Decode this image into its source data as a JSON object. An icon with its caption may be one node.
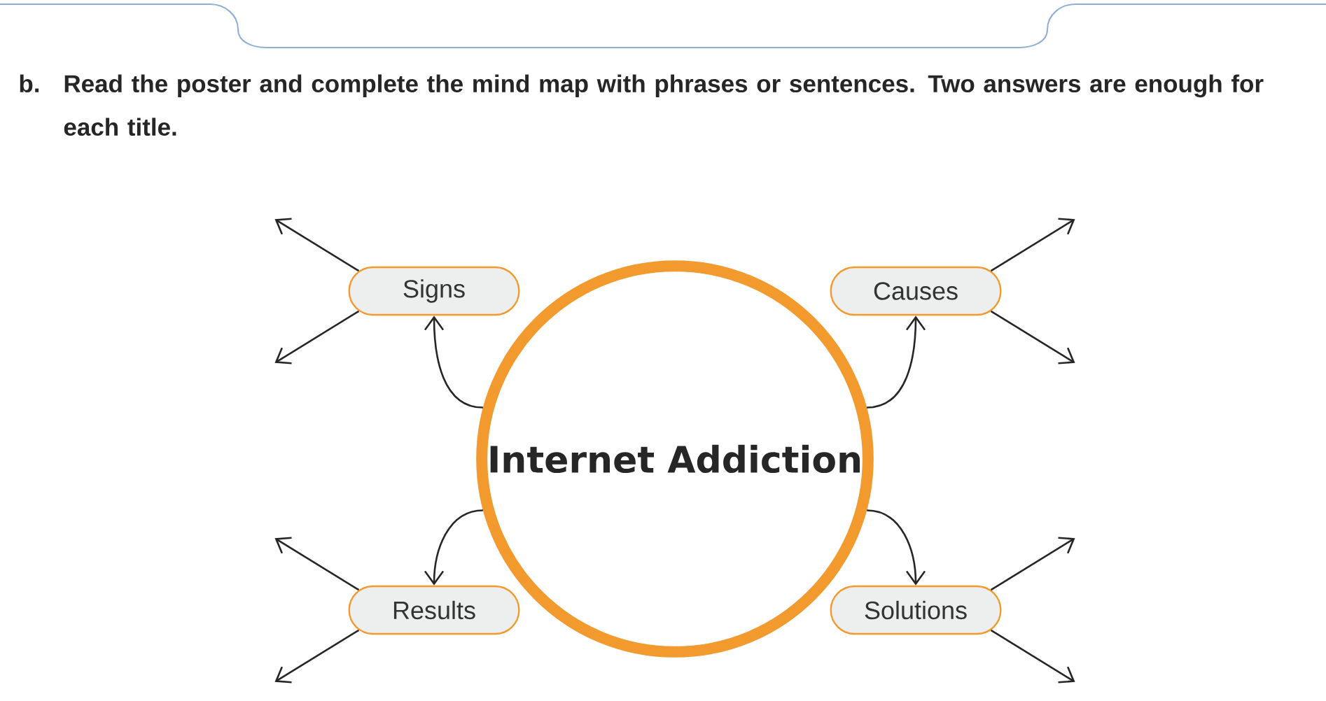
{
  "diagram": {
    "nodes": [
      {
        "text": [
          "Internet Addiction"
        ]
      },
      {
        "text": [
          "Signs"
        ]
      },
      {
        "text": [
          "Causes"
        ]
      },
      {
        "text": [
          "Results"
        ]
      },
      {
        "text": [
          "Solutions"
        ]
      }
    ],
    "edges": [
      {
        "from": 0,
        "to": 1,
        "arrow": "to"
      },
      {
        "from": 0,
        "to": 2,
        "arrow": "to"
      },
      {
        "from": 0,
        "to": 3,
        "arrow": "to"
      },
      {
        "from": 0,
        "to": 4,
        "arrow": "to"
      },
      {
        "from": 1,
        "to": null,
        "arrow": "to"
      },
      {
        "from": 1,
        "to": null,
        "arrow": "to"
      },
      {
        "from": 2,
        "to": null,
        "arrow": "to"
      },
      {
        "from": 2,
        "to": null,
        "arrow": "to"
      },
      {
        "from": 3,
        "to": null,
        "arrow": "to"
      },
      {
        "from": 3,
        "to": null,
        "arrow": "to"
      },
      {
        "from": 4,
        "to": null,
        "arrow": "to"
      },
      {
        "from": 4,
        "to": null,
        "arrow": "to"
      }
    ],
    "labels": [
      "b.",
      "Read the poster and complete the mind map with phrases or sentences. Two answers are enough for each title."
    ]
  }
}
